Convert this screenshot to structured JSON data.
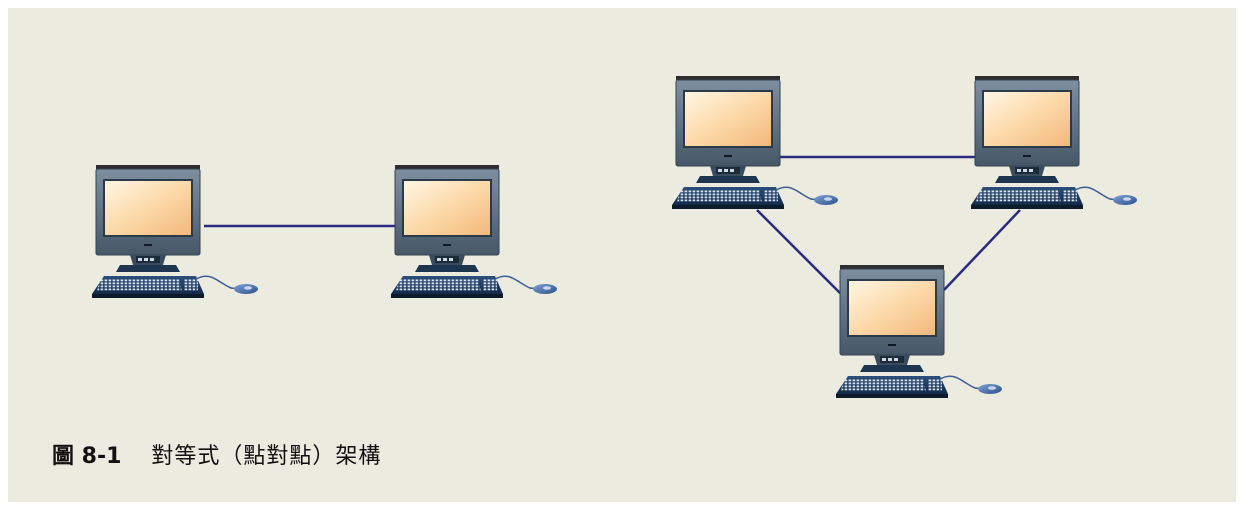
{
  "figure": {
    "number": "圖 8-1",
    "title": "對等式（點對點）架構"
  },
  "colors": {
    "panel": "#ecebe0",
    "link": "#2a2a82",
    "monitor_body": "#5b6e80",
    "screen": "#fcd9a9",
    "keyboard": "#1a3a63",
    "mouse": "#3b64a6"
  },
  "diagrams": [
    {
      "name": "two-node-network",
      "nodes": [
        "pc-1",
        "pc-2"
      ],
      "links": [
        [
          "pc-1",
          "pc-2"
        ]
      ]
    },
    {
      "name": "three-node-network",
      "nodes": [
        "pc-3",
        "pc-4",
        "pc-5"
      ],
      "links": [
        [
          "pc-3",
          "pc-4"
        ],
        [
          "pc-3",
          "pc-5"
        ],
        [
          "pc-4",
          "pc-5"
        ]
      ]
    }
  ]
}
